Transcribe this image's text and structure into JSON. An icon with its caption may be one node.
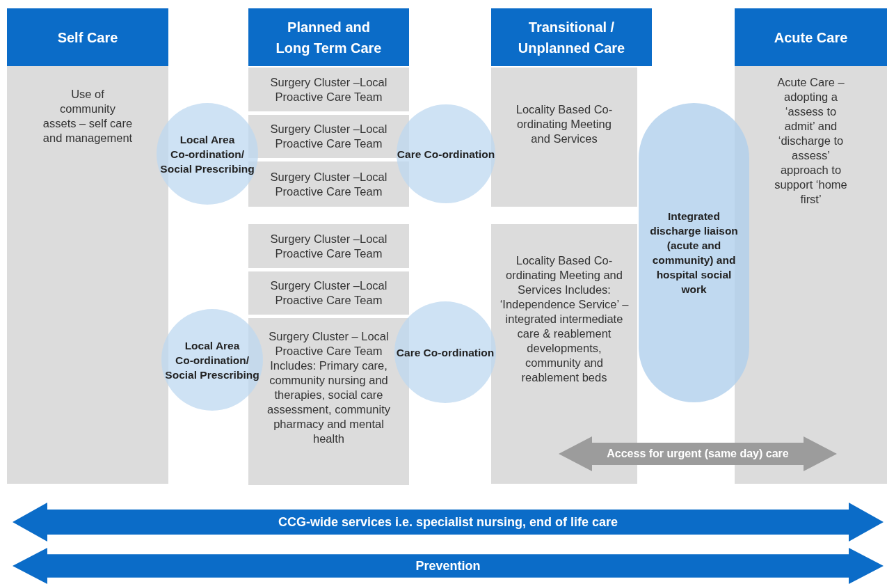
{
  "diagram": {
    "nodes": [
      {
        "text": [
          "Self Care",
          "Use of community assets – self care and management"
        ]
      },
      {
        "text": [
          "Planned and Long Term Care"
        ]
      },
      {
        "text": [
          "Surgery Cluster –Local Proactive Care Team"
        ]
      },
      {
        "text": [
          "Surgery Cluster –Local Proactive Care Team"
        ]
      },
      {
        "text": [
          "Surgery Cluster –Local Proactive Care Team"
        ]
      },
      {
        "text": [
          "Surgery Cluster –Local Proactive Care Team"
        ]
      },
      {
        "text": [
          "Surgery Cluster –Local Proactive Care Team"
        ]
      },
      {
        "text": [
          "Surgery Cluster – Local Proactive Care Team Includes: Primary care, community nursing and therapies, social care assessment, community pharmacy and mental health"
        ]
      },
      {
        "text": [
          "Transitional / Unplanned Care"
        ]
      },
      {
        "text": [
          "Locality Based Co-ordinating Meeting and Services"
        ]
      },
      {
        "text": [
          "Locality Based Co-ordinating Meeting and Services Includes: ‘Independence Service’ – integrated intermediate care & reablement developments, community and reablement beds"
        ]
      },
      {
        "text": [
          "Acute Care",
          "Acute Care – adopting a ‘assess to admit’ and ‘discharge to assess’ approach to support ‘home first’"
        ]
      },
      {
        "text": [
          "Local Area Co-ordination/ Social Prescribing"
        ]
      },
      {
        "text": [
          "Care Co-ordination"
        ]
      },
      {
        "text": [
          "Local Area Co-ordination/ Social Prescribing"
        ]
      },
      {
        "text": [
          "Care Co-ordination"
        ]
      },
      {
        "text": [
          "Integrated discharge liaison (acute and community) and hospital social work"
        ]
      },
      {
        "text": [
          "Access for urgent (same day) care"
        ]
      },
      {
        "text": [
          "CCG-wide services i.e. specialist nursing, end of life care"
        ]
      },
      {
        "text": [
          "Prevention"
        ]
      }
    ]
  }
}
